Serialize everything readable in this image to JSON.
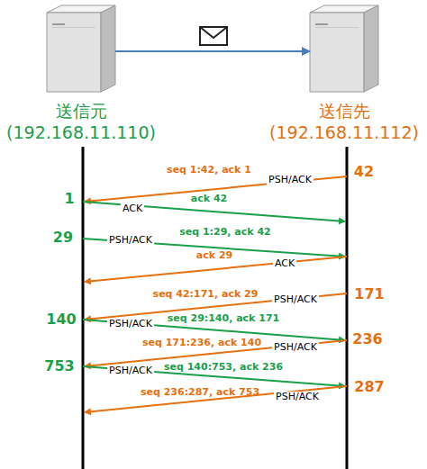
{
  "diagram": {
    "nodes": [
      {
        "text": [
          "送信元",
          "(192.168.11.110)"
        ]
      },
      {
        "text": [
          "送信先",
          "(192.168.11.112)"
        ]
      }
    ],
    "edges": [
      {
        "from": 0,
        "to": 1,
        "arrow": "to"
      }
    ],
    "labels": [
      "seq 1:42, ack 1",
      "PSH/ACK",
      "42",
      "1",
      "ack 42",
      "ACK",
      "29",
      "PSH/ACK",
      "seq 1:29, ack 42",
      "ack 29",
      "ACK",
      "seq 42:171, ack 29",
      "PSH/ACK",
      "171",
      "140",
      "PSH/ACK",
      "seq 29:140, ack 171",
      "seq 171:236, ack 140",
      "PSH/ACK",
      "236",
      "753",
      "PSH/ACK",
      "seq 140:753, ack 236",
      "287",
      "seq 236:287, ack 753",
      "PSH/ACK"
    ]
  }
}
